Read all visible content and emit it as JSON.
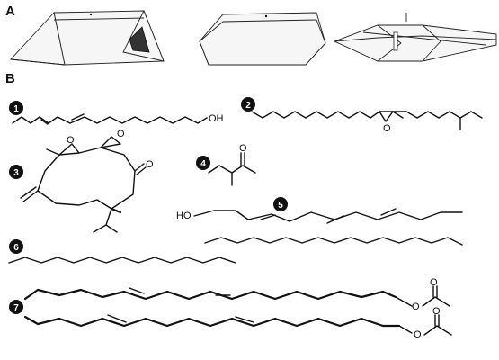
{
  "panels": {
    "a_label": "A",
    "b_label": "B"
  },
  "compounds": [
    {
      "number": "1",
      "atom_labels": [
        "OH"
      ]
    },
    {
      "number": "2",
      "atom_labels": [
        "O"
      ]
    },
    {
      "number": "3",
      "atom_labels": [
        "O",
        "O",
        "O"
      ]
    },
    {
      "number": "4",
      "atom_labels": [
        "O"
      ]
    },
    {
      "number": "5",
      "atom_labels": [
        "HO"
      ]
    },
    {
      "number": "6",
      "atom_labels": []
    },
    {
      "number": "7",
      "atom_labels": [
        "O",
        "O",
        "O",
        "O"
      ]
    }
  ],
  "traps": [
    {
      "view": "delta-trap-open-end"
    },
    {
      "view": "delta-trap-side"
    },
    {
      "view": "delta-trap-top"
    }
  ],
  "colors": {
    "ink": "#111111",
    "background": "#ffffff"
  }
}
